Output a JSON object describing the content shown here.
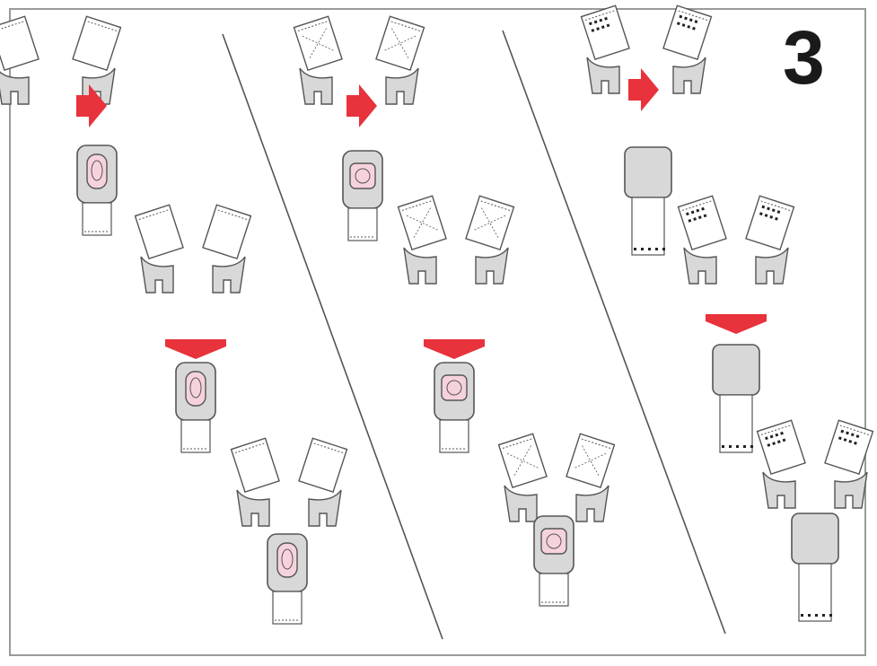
{
  "step": {
    "number": "3"
  },
  "colors": {
    "arrow": "#e8323c",
    "plastic": "#d8d8d8",
    "outline": "#555555",
    "button": "#f6d3dc",
    "strap": "#ffffff",
    "divider": "#555555",
    "frame": "#9a9a9a"
  },
  "columns": [
    {
      "name": "column-1",
      "buckle_style": "oval-button",
      "stages": [
        "separate",
        "insert",
        "locked"
      ]
    },
    {
      "name": "column-2",
      "buckle_style": "round-button",
      "stages": [
        "separate",
        "insert",
        "locked"
      ]
    },
    {
      "name": "column-3",
      "buckle_style": "sleeve",
      "stages": [
        "separate",
        "insert",
        "locked"
      ]
    }
  ]
}
